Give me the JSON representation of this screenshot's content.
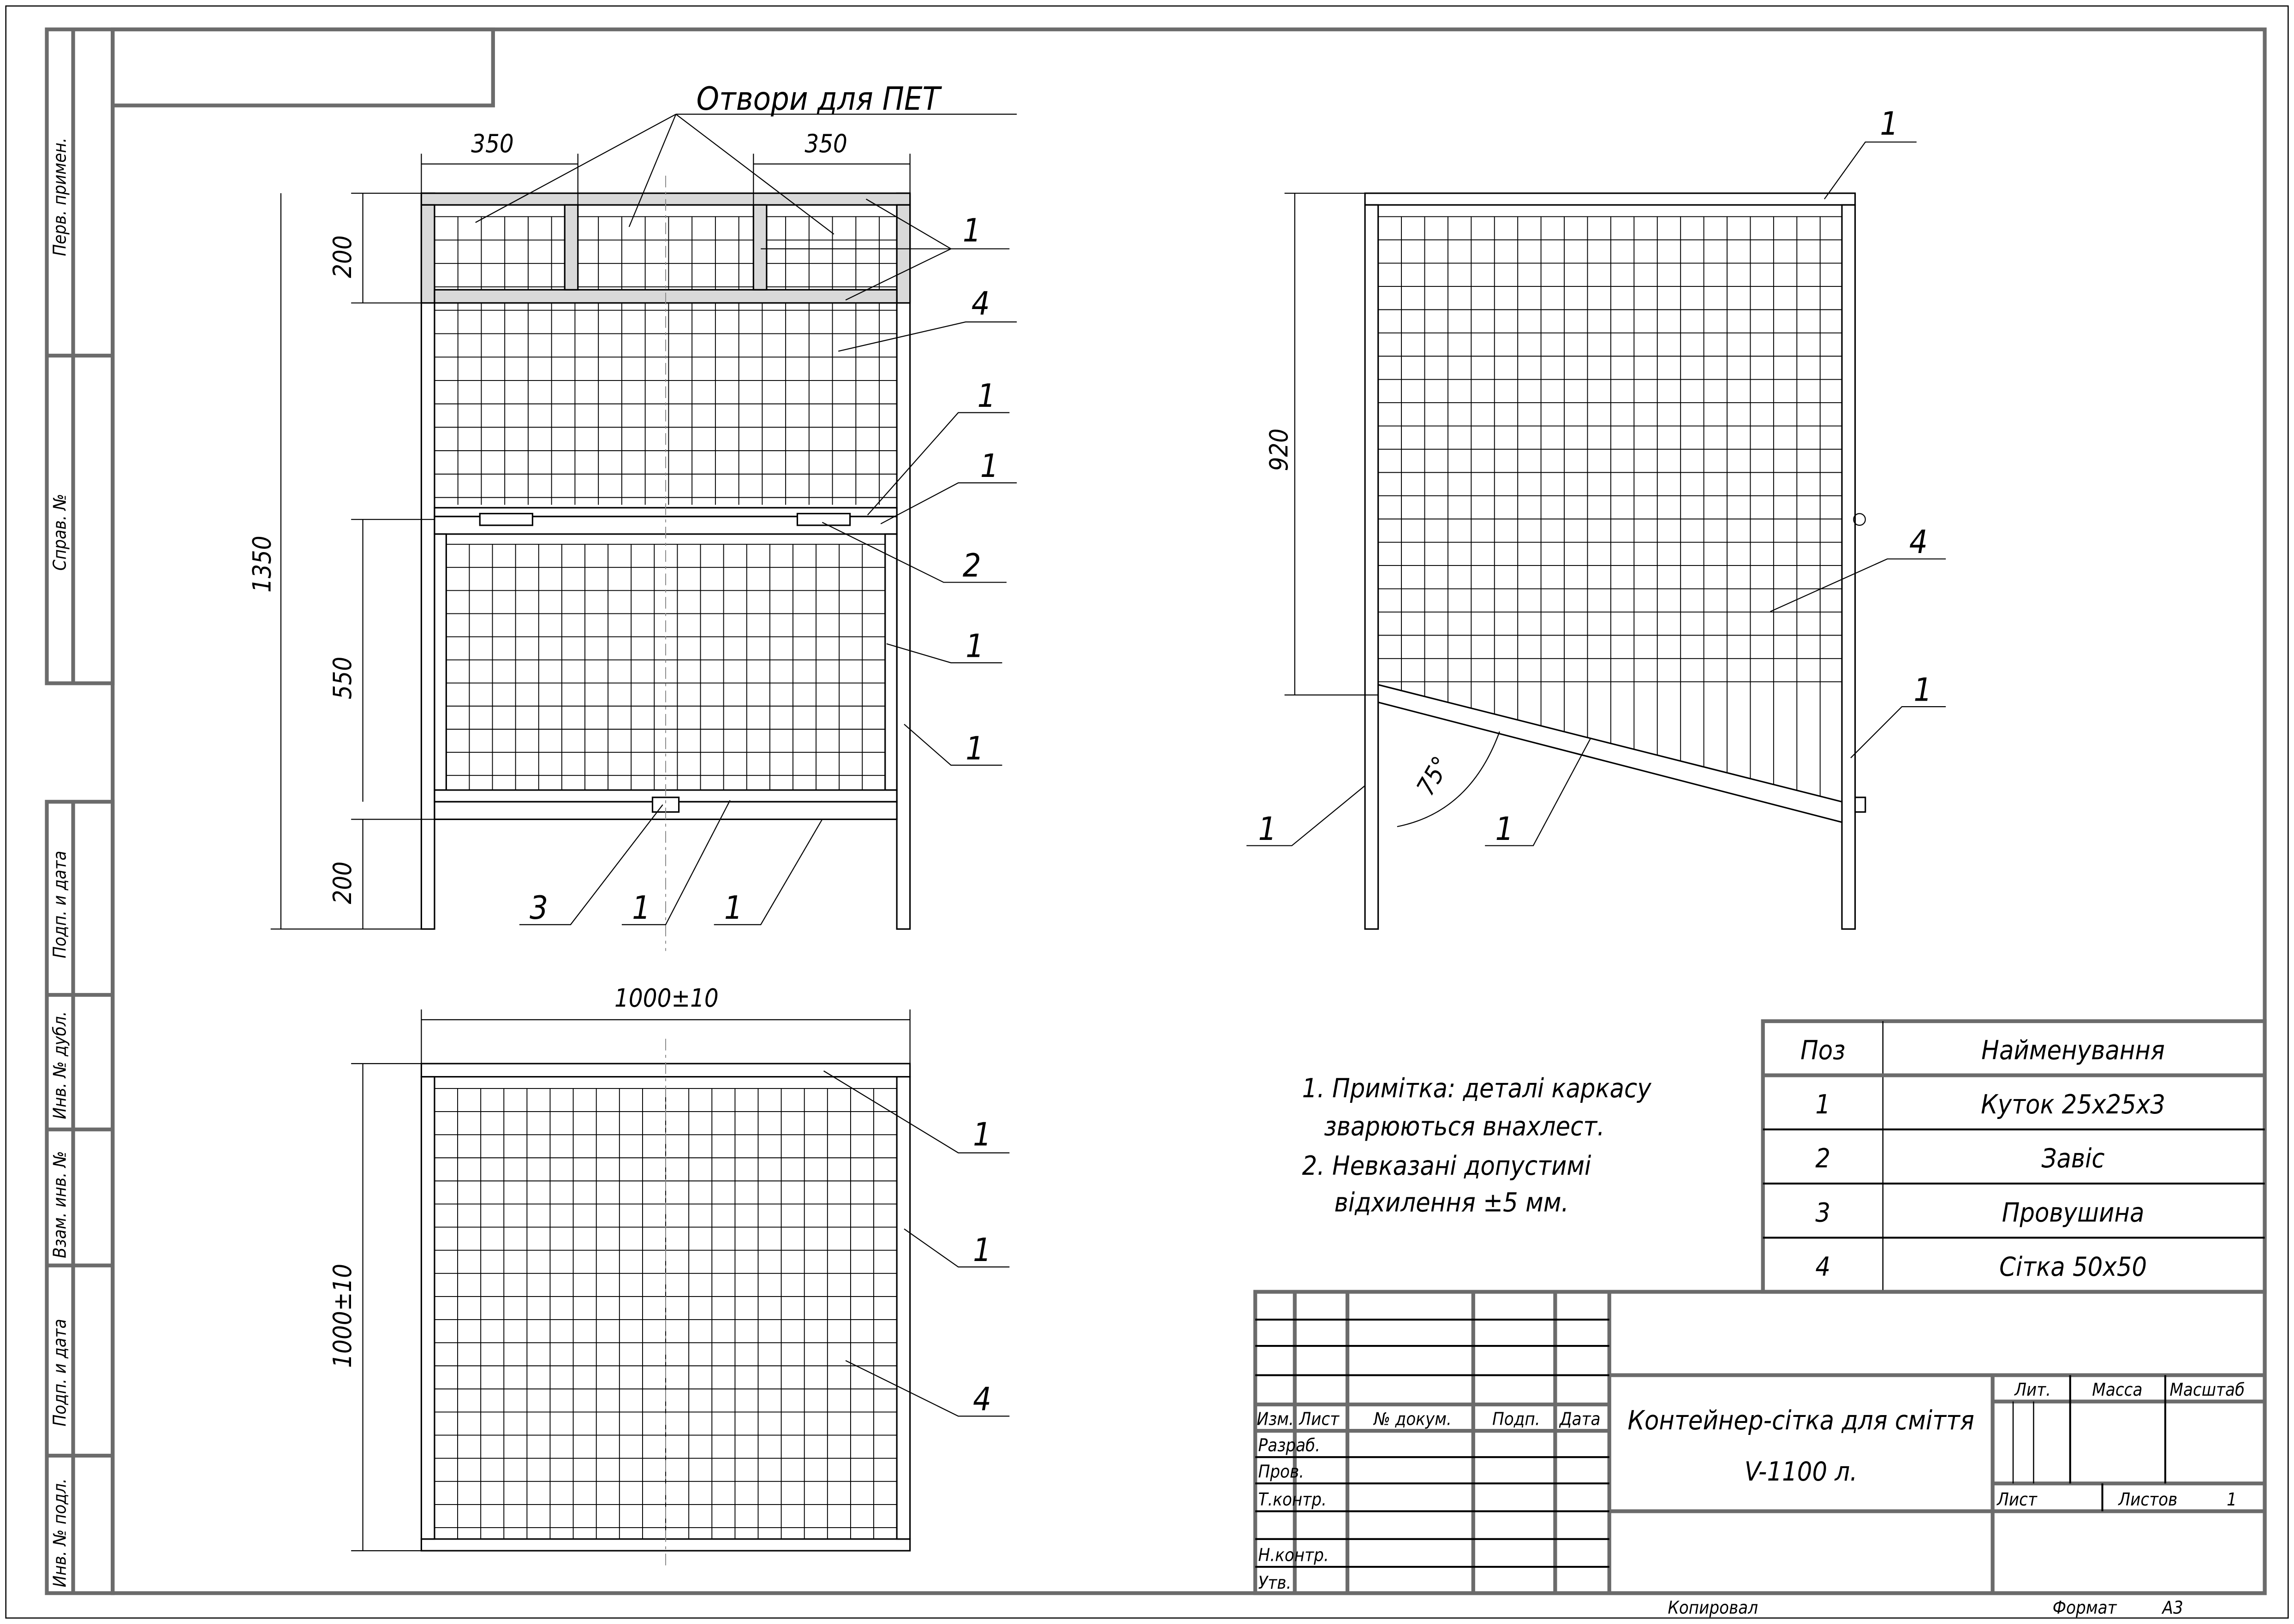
{
  "side_strip": {
    "top": [
      "Перв. примен.",
      "Справ. №"
    ],
    "bottom": [
      "Подп. и дата",
      "Инв. № дубл.",
      "Взам. инв. №",
      "Подп. и дата",
      "Инв. № подл."
    ]
  },
  "front_view": {
    "title": "Отвори для ПЕТ",
    "dims": {
      "w1": "350",
      "w2": "350",
      "h_top": "200",
      "h_total": "1350",
      "h_mid": "550",
      "h_bottom": "200"
    },
    "callouts": {
      "c1a": "1",
      "c4": "4",
      "c1b": "1",
      "c1c": "1",
      "c2": "2",
      "c1d": "1",
      "c1e": "1",
      "c3": "3",
      "c1f": "1",
      "c1g": "1"
    }
  },
  "side_view": {
    "dims": {
      "h": "920",
      "angle": "75°"
    },
    "callouts": {
      "c1top": "1",
      "c4": "4",
      "c1right": "1",
      "c1left": "1",
      "c1diag": "1"
    }
  },
  "top_view": {
    "dims": {
      "w": "1000±10",
      "h": "1000±10"
    },
    "callouts": {
      "c1a": "1",
      "c1b": "1",
      "c4": "4"
    }
  },
  "notes": [
    "1. Примітка: деталі каркасу",
    "зварюються внахлест.",
    "2. Невказані допустимі",
    "відхилення ±5 мм."
  ],
  "parts_table": {
    "headers": [
      "Поз",
      "Найменування"
    ],
    "rows": [
      {
        "pos": "1",
        "name": "Куток 25х25х3"
      },
      {
        "pos": "2",
        "name": "Завіс"
      },
      {
        "pos": "3",
        "name": "Провушина"
      },
      {
        "pos": "4",
        "name": "Сітка 50х50"
      }
    ]
  },
  "title_block": {
    "columns": [
      "Изм.",
      "Лист",
      "№ докум.",
      "Подп.",
      "Дата"
    ],
    "roles": [
      "Разраб.",
      "Пров.",
      "Т.контр.",
      "Н.контр.",
      "Утв."
    ],
    "title_line1": "Контейнер-сітка для сміття",
    "title_line2": "V-1100 л.",
    "lit": "Лит.",
    "mass": "Масса",
    "scale": "Масштаб",
    "sheet": "Лист",
    "sheets": "Листов",
    "sheets_count": "1",
    "copied": "Копировал",
    "format_label": "Формат",
    "format": "А3"
  }
}
